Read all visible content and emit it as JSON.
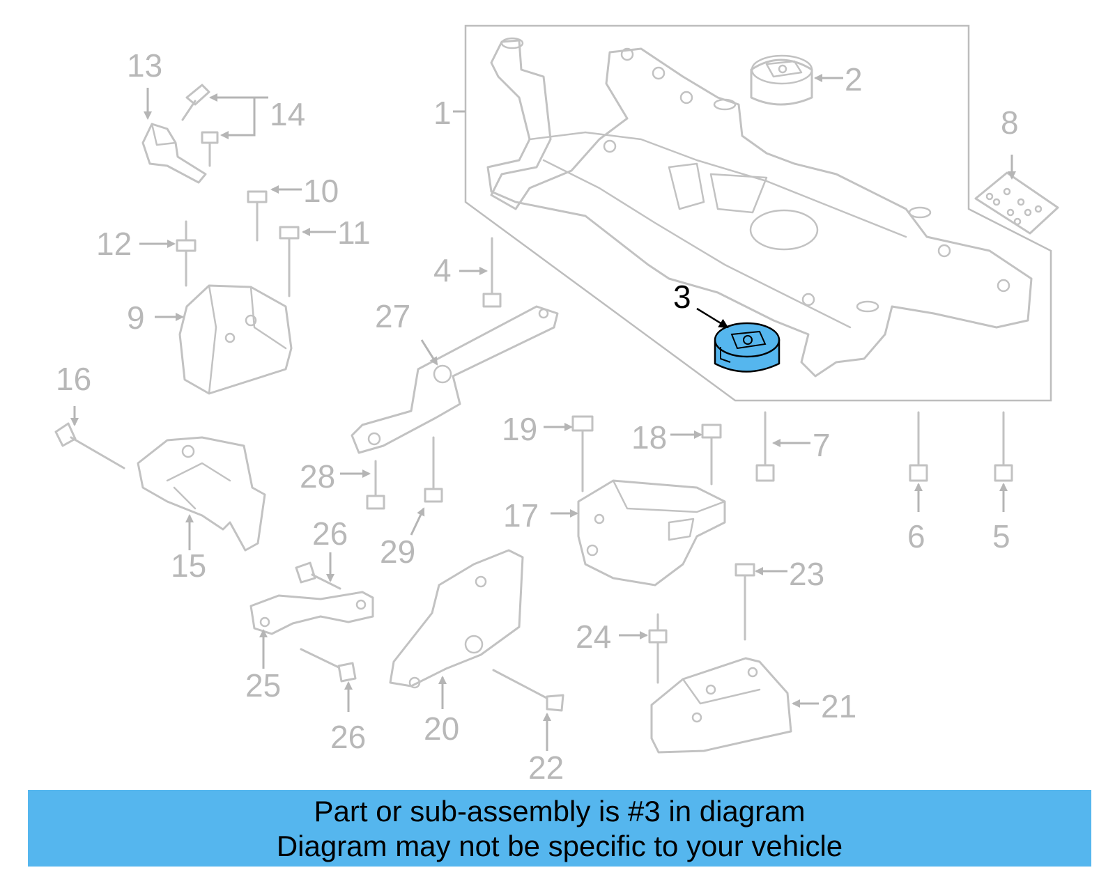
{
  "colors": {
    "highlight": "#55b6ee",
    "caption_bg": "#55b6ee",
    "part_line": "#c2c2c2",
    "label_gray": "#b8b8b8"
  },
  "highlighted_part": "3",
  "labels": {
    "l1": "1",
    "l2": "2",
    "l3": "3",
    "l4": "4",
    "l5": "5",
    "l6": "6",
    "l7": "7",
    "l8": "8",
    "l9": "9",
    "l10": "10",
    "l11": "11",
    "l12": "12",
    "l13": "13",
    "l14": "14",
    "l15": "15",
    "l16": "16",
    "l17": "17",
    "l18": "18",
    "l19": "19",
    "l20": "20",
    "l21": "21",
    "l22": "22",
    "l23": "23",
    "l24": "24",
    "l25": "25",
    "l26a": "26",
    "l26b": "26",
    "l27": "27",
    "l28": "28",
    "l29": "29"
  },
  "caption": {
    "line1": "Part or sub-assembly is #3 in diagram",
    "line2": "Diagram may not be specific to your vehicle"
  }
}
